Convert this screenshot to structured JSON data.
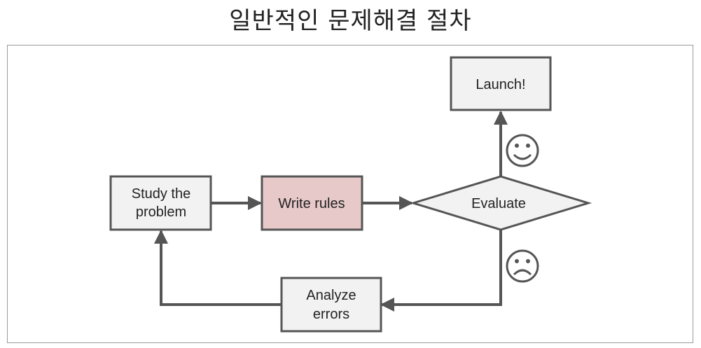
{
  "title": "일반적인 문제해결 절차",
  "nodes": {
    "study": [
      "Study the",
      "problem"
    ],
    "write": "Write rules",
    "evaluate": "Evaluate",
    "launch": "Launch!",
    "analyze": [
      "Analyze",
      "errors"
    ]
  },
  "icons": {
    "happy": "smiley-face-icon",
    "sad": "sad-face-icon"
  },
  "colors": {
    "box_fill": "#f2f2f2",
    "write_rules_fill": "#e8c9c9",
    "stroke": "#555555"
  }
}
